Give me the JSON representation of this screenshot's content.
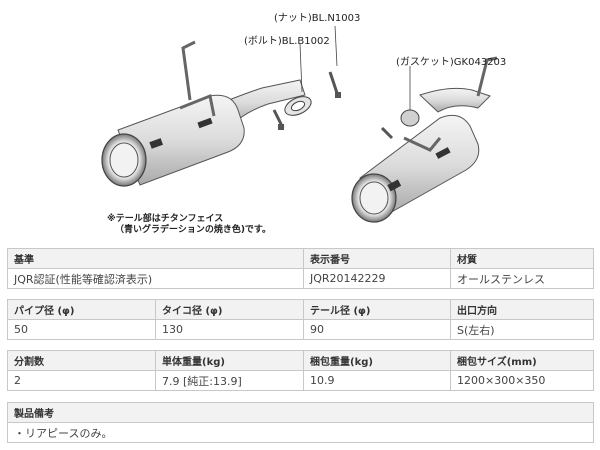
{
  "diagram": {
    "labels": {
      "nut": "(ナット)BL.N1003",
      "bolt": "(ボルト)BL.B1002",
      "gasket": "(ガスケット)GK043203"
    },
    "note": [
      "※テール部はチタンフェイス",
      "（青いグラデーションの焼き色)です。"
    ]
  },
  "spec": {
    "row1": {
      "headers": [
        "基準",
        "表示番号",
        "材質"
      ],
      "values": [
        "JQR認証(性能等確認済表示)",
        "JQR20142229",
        "オールステンレス"
      ]
    },
    "row2": {
      "headers": [
        "パイプ径 (φ)",
        "タイコ径 (φ)",
        "テール径 (φ)",
        "出口方向"
      ],
      "values": [
        "50",
        "130",
        "90",
        "S(左右)"
      ]
    },
    "row3": {
      "headers": [
        "分割数",
        "単体重量(kg)",
        "梱包重量(kg)",
        "梱包サイズ(mm)"
      ],
      "values": [
        "2",
        "7.9 [純正:13.9]",
        "10.9",
        "1200×300×350"
      ]
    },
    "notes": {
      "header": "製品備考",
      "value": "・リアピースのみ。"
    }
  }
}
